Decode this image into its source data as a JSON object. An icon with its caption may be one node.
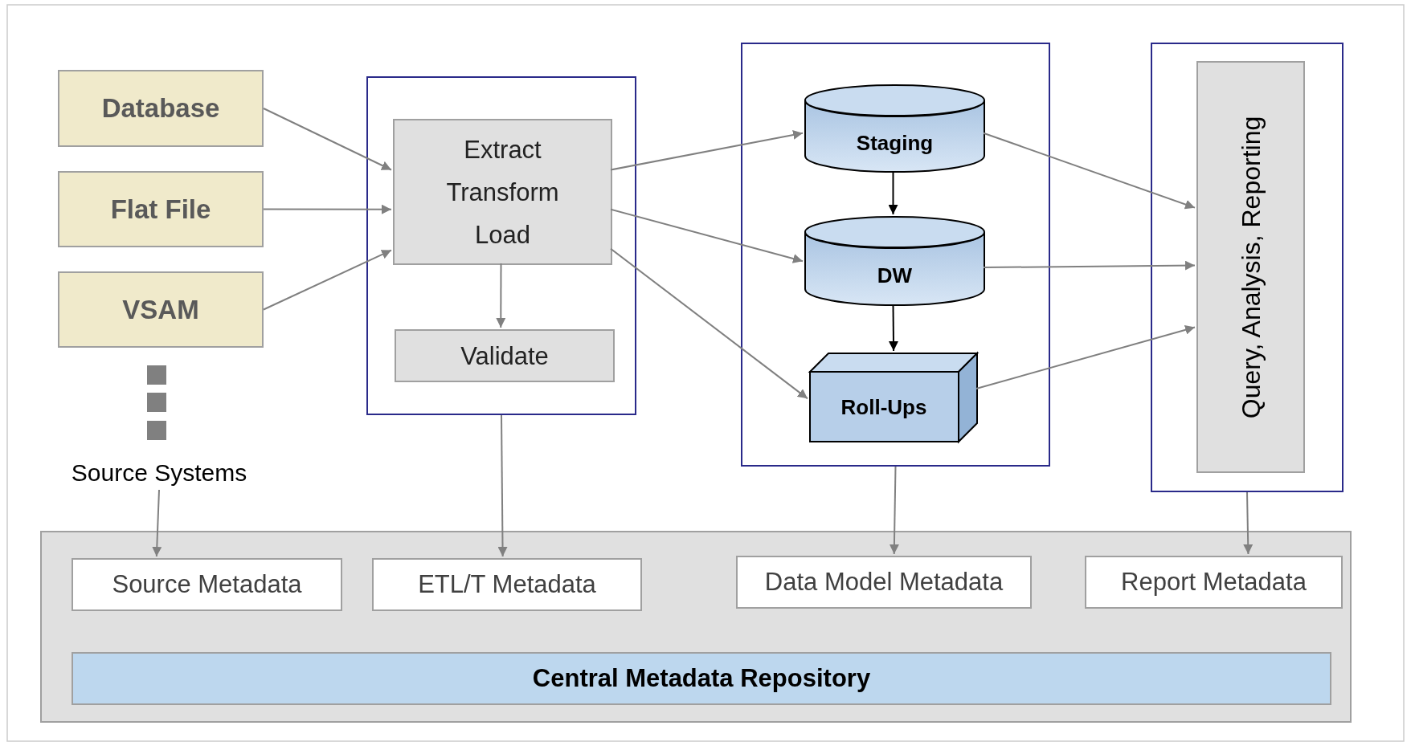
{
  "diagram": {
    "nodes": [
      {
        "text": [
          "Database"
        ]
      },
      {
        "text": [
          "Flat File"
        ]
      },
      {
        "text": [
          "VSAM"
        ]
      },
      {
        "text": [
          "Source Systems"
        ]
      },
      {
        "text": [],
        "shape": "box"
      },
      {
        "text": [
          "Extract Transform Load"
        ],
        "in": 4
      },
      {
        "text": [
          "Validate"
        ],
        "in": 4
      },
      {
        "text": [],
        "shape": "box"
      },
      {
        "text": [
          "Staging"
        ],
        "in": 7
      },
      {
        "text": [
          "DW"
        ],
        "in": 7
      },
      {
        "text": [
          "Roll-Ups"
        ],
        "in": 7
      },
      {
        "text": [],
        "shape": "box"
      },
      {
        "text": [
          "Query, Analysis, Reporting"
        ],
        "in": 11
      },
      {
        "text": [],
        "shape": "box"
      },
      {
        "text": [
          "Source Metadata"
        ],
        "in": 13
      },
      {
        "text": [
          "ETL/T Metadata"
        ],
        "in": 13
      },
      {
        "text": [
          "Data Model Metadata"
        ],
        "in": 13
      },
      {
        "text": [
          "Report Metadata"
        ],
        "in": 13
      },
      {
        "text": [
          "Central Metadata Repository"
        ],
        "in": 13
      }
    ],
    "edges": [
      {
        "from": 0,
        "to": 5,
        "arrow": "to"
      },
      {
        "from": 1,
        "to": 5,
        "arrow": "to"
      },
      {
        "from": 2,
        "to": 5,
        "arrow": "to"
      },
      {
        "from": 5,
        "to": 6,
        "arrow": "to"
      },
      {
        "from": 5,
        "to": 8,
        "arrow": "to"
      },
      {
        "from": 5,
        "to": 9,
        "arrow": "to"
      },
      {
        "from": 5,
        "to": 10,
        "arrow": "to"
      },
      {
        "from": 8,
        "to": 9,
        "arrow": "to",
        "color": "#000000"
      },
      {
        "from": 9,
        "to": 10,
        "arrow": "to",
        "color": "#000000"
      },
      {
        "from": 8,
        "to": 12,
        "arrow": "to"
      },
      {
        "from": 9,
        "to": 12,
        "arrow": "to"
      },
      {
        "from": 10,
        "to": 12,
        "arrow": "to"
      },
      {
        "from": 3,
        "to": 14,
        "arrow": "to"
      },
      {
        "from": 4,
        "to": 15,
        "arrow": "to"
      },
      {
        "from": 7,
        "to": 16,
        "arrow": "to"
      },
      {
        "from": 11,
        "to": 17,
        "arrow": "to"
      }
    ]
  }
}
